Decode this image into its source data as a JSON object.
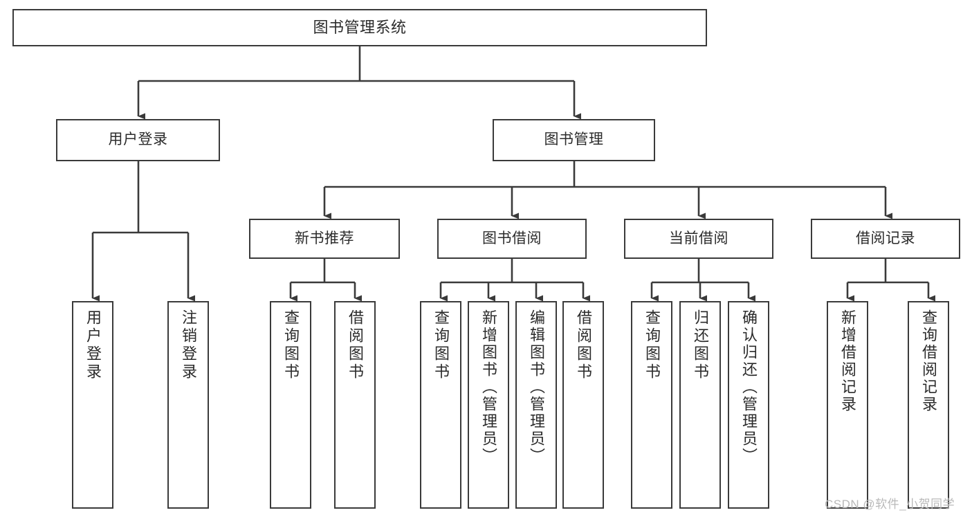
{
  "diagram": {
    "title": "图书管理系统",
    "type": "hierarchy-tree",
    "watermark": "CSDN @软件_小贺同学",
    "colors": {
      "stroke": "#3a3a3a",
      "fill": "#ffffff",
      "text": "#2b2b2b",
      "watermark": "#b9b9b9"
    },
    "nodes": {
      "root": {
        "label": "图书管理系统"
      },
      "level1": [
        {
          "id": "user-login",
          "label": "用户登录"
        },
        {
          "id": "book-management",
          "label": "图书管理"
        }
      ],
      "level2": [
        {
          "id": "new-book-recommend",
          "label": "新书推荐"
        },
        {
          "id": "book-borrow",
          "label": "图书借阅"
        },
        {
          "id": "current-borrow",
          "label": "当前借阅"
        },
        {
          "id": "borrow-record",
          "label": "借阅记录"
        }
      ],
      "leaves": {
        "user-login": [
          {
            "id": "leaf-user-login",
            "label": "用户登录"
          },
          {
            "id": "leaf-logout-login",
            "label": "注销登录"
          }
        ],
        "new-book-recommend": [
          {
            "id": "leaf-query-book-1",
            "label": "查询图书"
          },
          {
            "id": "leaf-borrow-book-1",
            "label": "借阅图书"
          }
        ],
        "book-borrow": [
          {
            "id": "leaf-query-book-2",
            "label": "查询图书"
          },
          {
            "id": "leaf-add-book",
            "label": "新增图书（管理员）"
          },
          {
            "id": "leaf-edit-book",
            "label": "编辑图书（管理员）"
          },
          {
            "id": "leaf-borrow-book-2",
            "label": "借阅图书"
          }
        ],
        "current-borrow": [
          {
            "id": "leaf-query-book-3",
            "label": "查询图书"
          },
          {
            "id": "leaf-return-book",
            "label": "归还图书"
          },
          {
            "id": "leaf-confirm-return",
            "label": "确认归还（管理员）"
          }
        ],
        "borrow-record": [
          {
            "id": "leaf-add-record",
            "label": "新增借阅记录"
          },
          {
            "id": "leaf-query-record",
            "label": "查询借阅记录"
          }
        ]
      }
    }
  }
}
